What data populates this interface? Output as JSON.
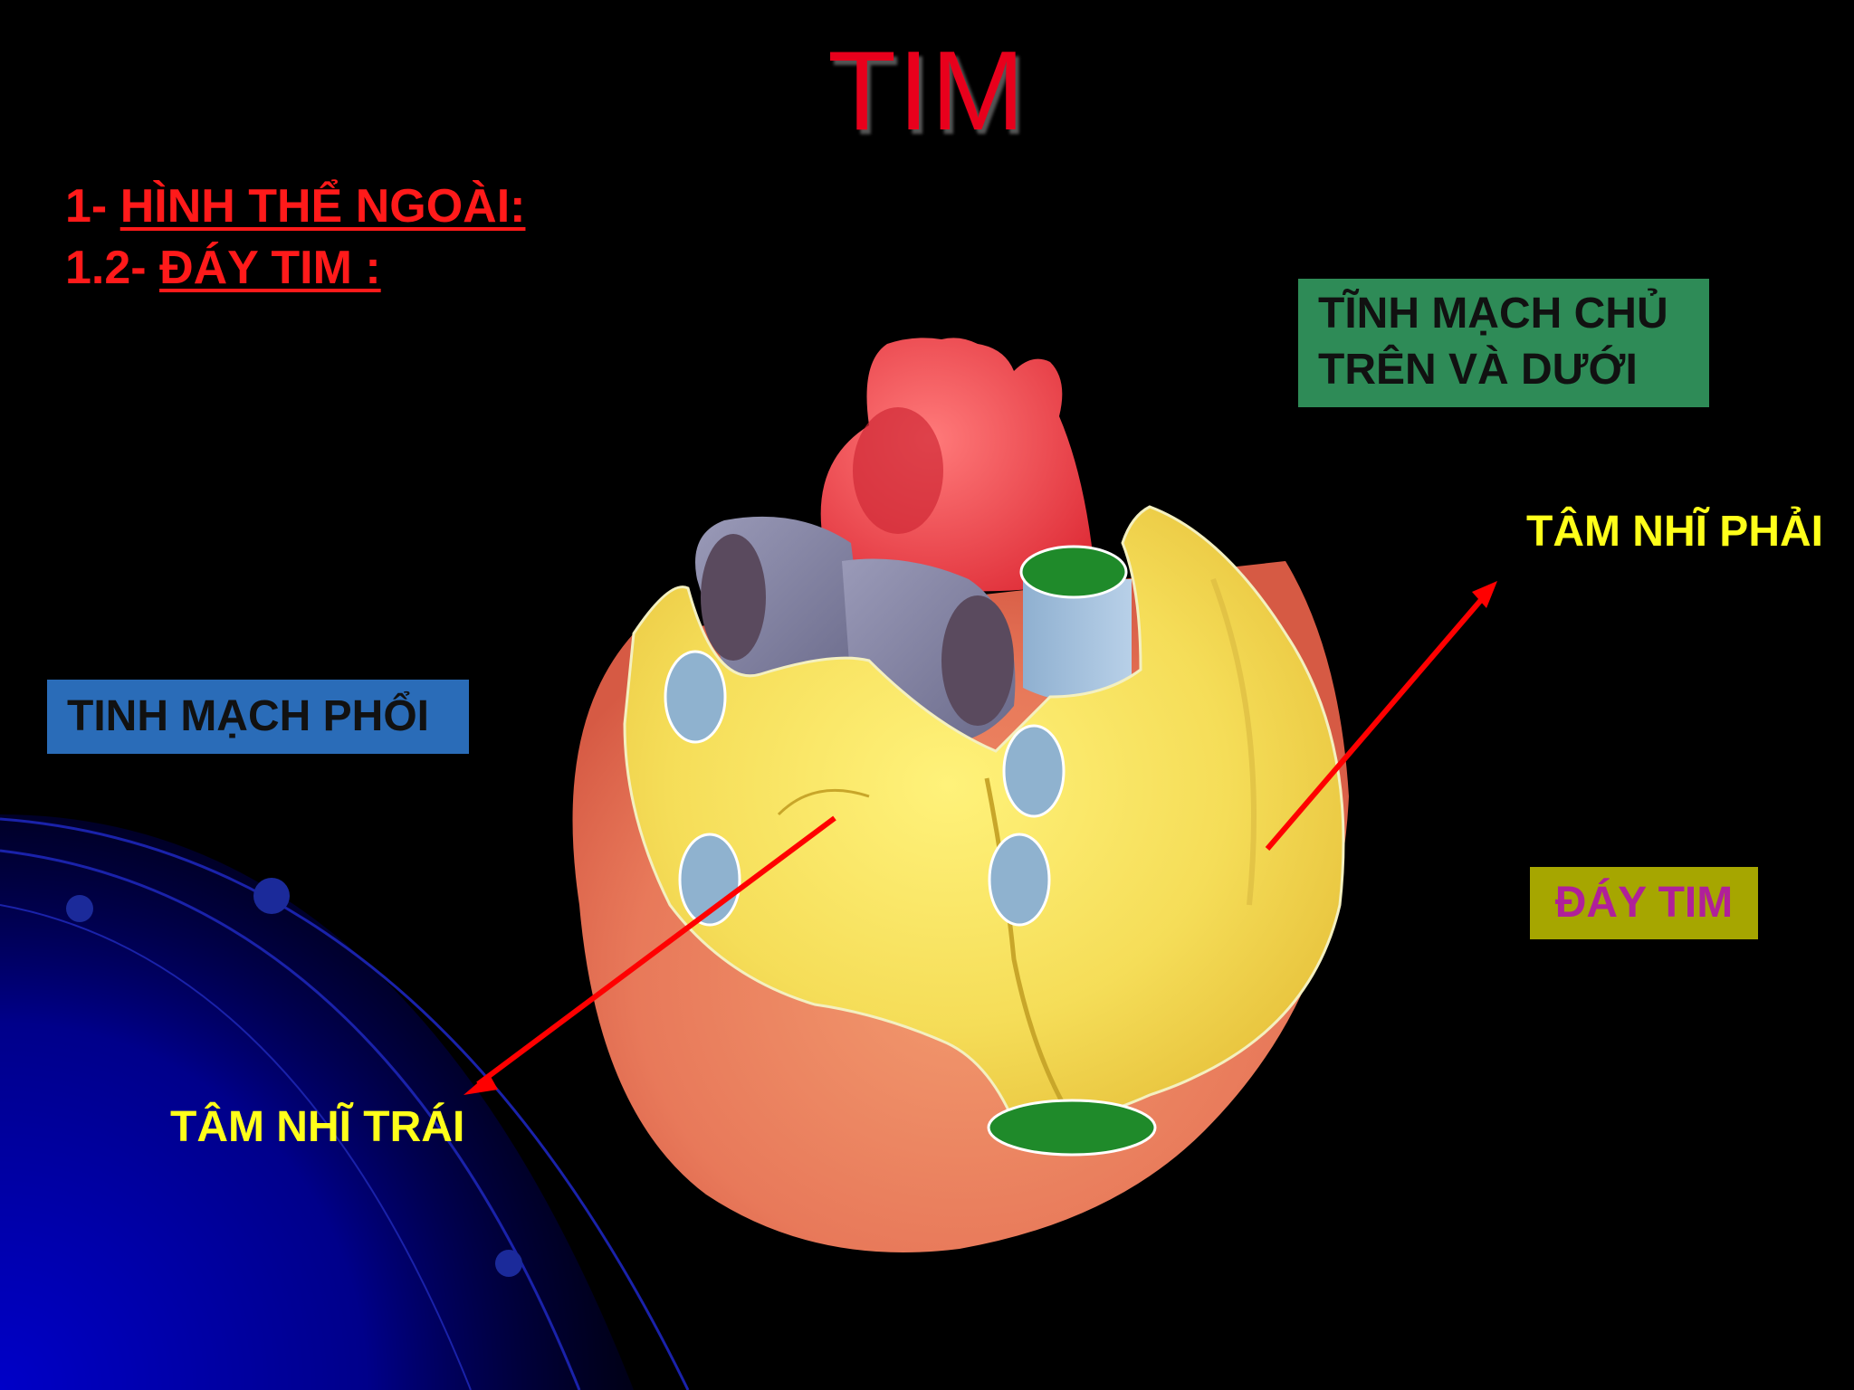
{
  "slide": {
    "title": "TIM",
    "heading_1_prefix": "1- ",
    "heading_1_text": "HÌNH THỂ NGOÀI:",
    "heading_2_prefix": "1.2- ",
    "heading_2_text": "ĐÁY TIM :"
  },
  "labels": {
    "vena_cava_line1": "TĨNH MẠCH CHỦ",
    "vena_cava_line2": "TRÊN VÀ DƯỚI",
    "pulmonary_veins": "TINH MẠCH PHỔI",
    "right_atrium": "TÂM NHĨ PHẢI",
    "left_atrium": "TÂM NHĨ TRÁI",
    "heart_base": "ĐÁY TIM"
  },
  "colors": {
    "title": "#e8001c",
    "heading": "#ff1a1a",
    "vena_cava_box": "#2e8b57",
    "pulmonary_box": "#2a6cb8",
    "base_box": "#a6a600",
    "base_text": "#b0209a",
    "atrium_label": "#ffff1a",
    "arrow": "#ff0000"
  }
}
